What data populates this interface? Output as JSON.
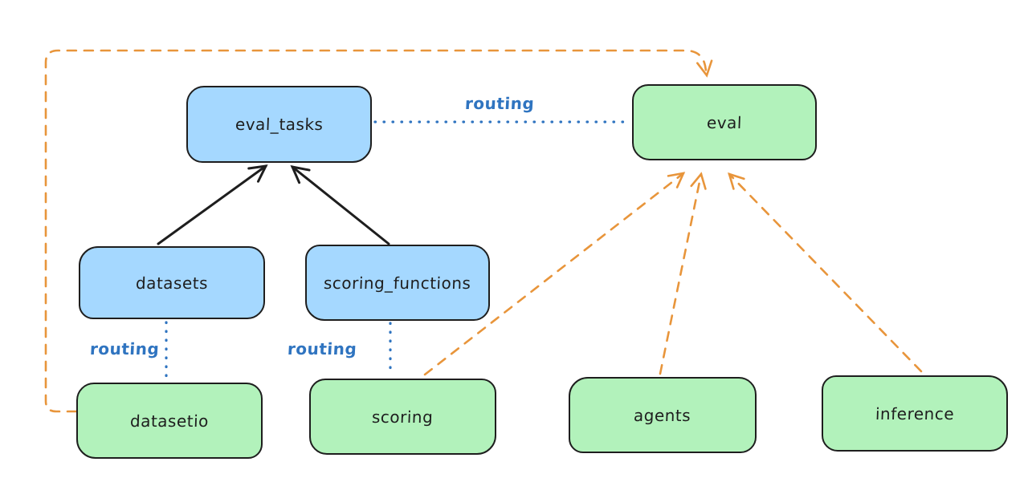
{
  "diagram": {
    "nodes": [
      {
        "id": "eval_tasks",
        "label": "eval_tasks",
        "kind": "api",
        "fill": "#a5d8ff"
      },
      {
        "id": "eval",
        "label": "eval",
        "kind": "provider",
        "fill": "#b2f2bb"
      },
      {
        "id": "datasets",
        "label": "datasets",
        "kind": "api",
        "fill": "#a5d8ff"
      },
      {
        "id": "scoring_functions",
        "label": "scoring_functions",
        "kind": "api",
        "fill": "#a5d8ff"
      },
      {
        "id": "datasetio",
        "label": "datasetio",
        "kind": "provider",
        "fill": "#b2f2bb"
      },
      {
        "id": "scoring",
        "label": "scoring",
        "kind": "provider",
        "fill": "#b2f2bb"
      },
      {
        "id": "agents",
        "label": "agents",
        "kind": "provider",
        "fill": "#b2f2bb"
      },
      {
        "id": "inference",
        "label": "inference",
        "kind": "provider",
        "fill": "#b2f2bb"
      }
    ],
    "edge_labels": [
      {
        "text": "routing"
      },
      {
        "text": "routing"
      },
      {
        "text": "routing"
      }
    ],
    "edges": [
      {
        "from": "datasets",
        "to": "eval_tasks",
        "style": "solid-black-arrow"
      },
      {
        "from": "scoring_functions",
        "to": "eval_tasks",
        "style": "solid-black-arrow"
      },
      {
        "from": "eval_tasks",
        "to": "eval",
        "style": "dotted-blue",
        "label": "routing"
      },
      {
        "from": "datasets",
        "to": "datasetio",
        "style": "dotted-blue",
        "label": "routing"
      },
      {
        "from": "scoring_functions",
        "to": "scoring",
        "style": "dotted-blue",
        "label": "routing"
      },
      {
        "from": "scoring",
        "to": "eval",
        "style": "dashed-orange-arrow"
      },
      {
        "from": "agents",
        "to": "eval",
        "style": "dashed-orange-arrow"
      },
      {
        "from": "inference",
        "to": "eval",
        "style": "dashed-orange-arrow"
      },
      {
        "from": "datasetio",
        "to": "eval",
        "style": "dashed-orange-arrow-loop"
      }
    ],
    "colors": {
      "node_border": "#1e1e1e",
      "api_fill": "#a5d8ff",
      "provider_fill": "#b2f2bb",
      "arrow_black": "#1e1e1e",
      "arrow_orange": "#e8953b",
      "routing_blue": "#2f74c0",
      "background": "#ffffff"
    }
  }
}
